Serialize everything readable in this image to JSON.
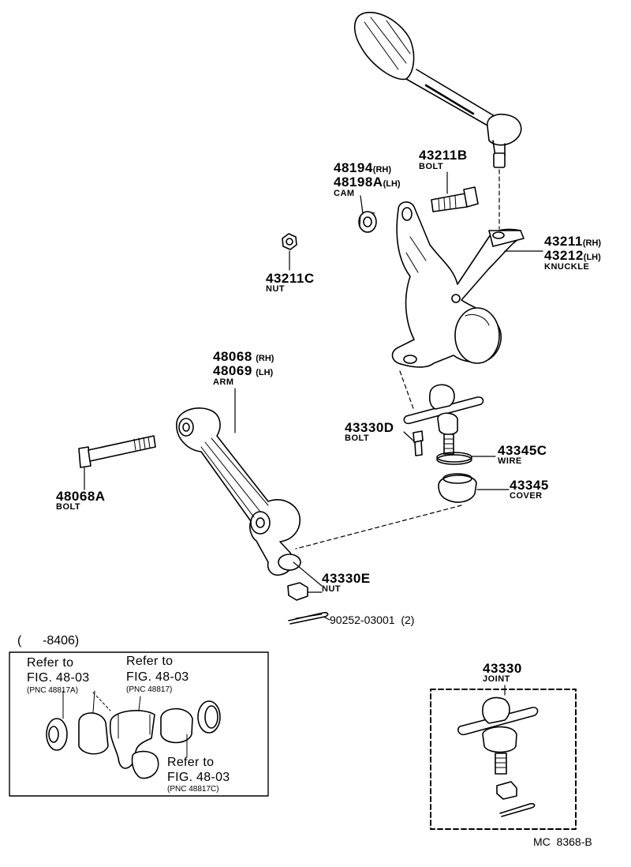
{
  "parts": {
    "ball_stud_top": {},
    "bolt_43211b": {
      "number": "43211B",
      "name": "BOLT"
    },
    "cam": {
      "number_rh": "48194",
      "suffix_rh": "(RH)",
      "number_lh": "48198A",
      "suffix_lh": "(LH)",
      "name": "CAM"
    },
    "nut_43211c": {
      "number": "43211C",
      "name": "NUT"
    },
    "knuckle": {
      "number_rh": "43211",
      "suffix_rh": "(RH)",
      "number_lh": "43212",
      "suffix_lh": "(LH)",
      "name": "KNUCKLE"
    },
    "arm": {
      "number_rh": "48068",
      "suffix_rh": "(RH)",
      "number_lh": "48069",
      "suffix_lh": "(LH)",
      "name": "ARM"
    },
    "bolt_43330d": {
      "number": "43330D",
      "name": "BOLT"
    },
    "wire": {
      "number": "43345C",
      "name": "WIRE"
    },
    "cover": {
      "number": "43345",
      "name": "COVER"
    },
    "bolt_48068a": {
      "number": "48068A",
      "name": "BOLT"
    },
    "nut_43330e": {
      "number": "43330E",
      "name": "NUT"
    },
    "cotter_pin": {
      "number": "90252-03001",
      "qty": "(2)"
    },
    "joint": {
      "number": "43330",
      "name": "JOINT"
    }
  },
  "inset": {
    "date_range": "(      -8406)",
    "ref_left": {
      "line1": "Refer to",
      "line2": "FIG. 48-03",
      "line3": "(PNC 48817A)"
    },
    "ref_middle": {
      "line1": "Refer to",
      "line2": "FIG. 48-03",
      "line3": "(PNC 48817)"
    },
    "ref_right": {
      "line1": "Refer to",
      "line2": "FIG. 48-03",
      "line3": "(PNC 48817C)"
    }
  },
  "figure_code": "MC  8368-B"
}
